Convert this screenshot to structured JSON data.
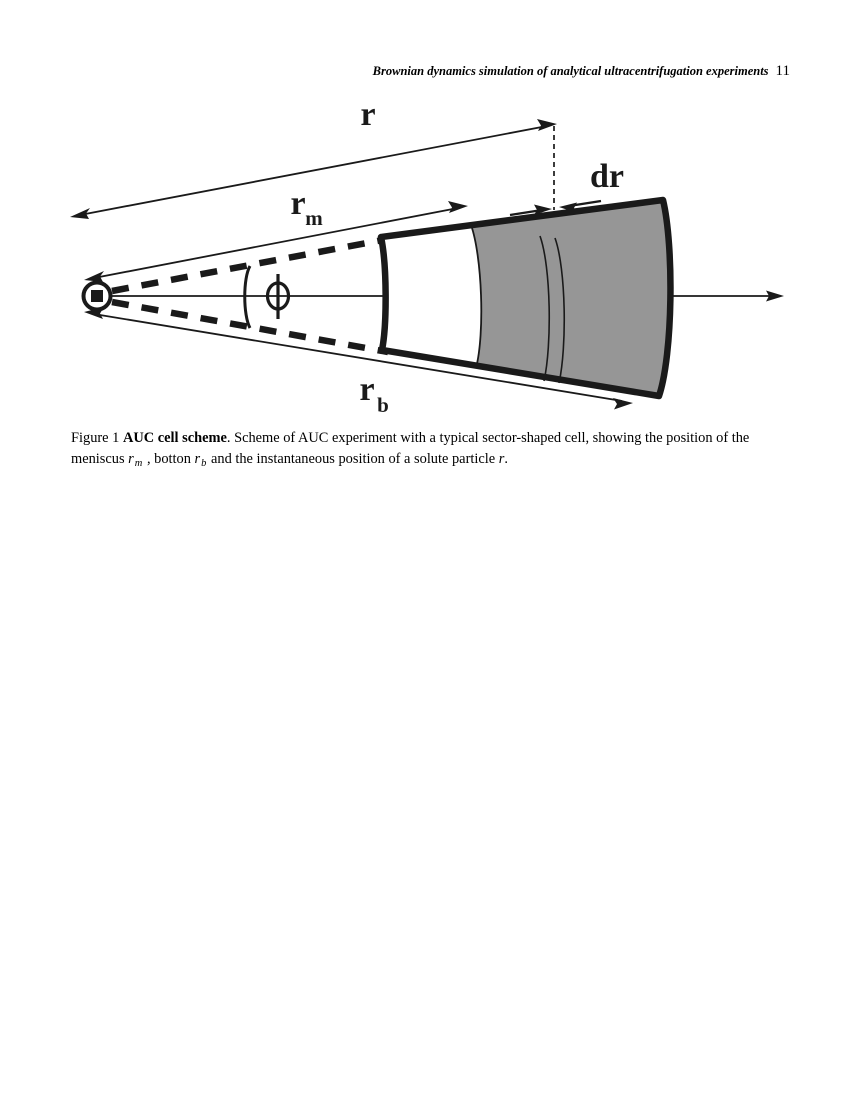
{
  "header": {
    "journal_title": "Brownian dynamics simulation of analytical ultracentrifugation experiments",
    "page_number": "11"
  },
  "figure": {
    "labels": {
      "r": "r",
      "r_m_base": "r",
      "r_m_sub": "m",
      "r_b_base": "r",
      "r_b_sub": "b",
      "dr": "dr",
      "phi": "ϕ"
    },
    "icon_names": {
      "rotation_center": "rotation-center-icon",
      "angle_marker": "sector-angle-icon",
      "sector_cell": "sector-cell-shape",
      "solution_region": "solution-region",
      "air_region": "air-region",
      "dr_slice": "dr-slice-region"
    },
    "colors": {
      "solution_fill": "#969696",
      "air_fill": "#ffffff",
      "outline": "#1a1a1a",
      "thin_line": "#1a1a1a"
    }
  },
  "caption": {
    "prefix": "Figure 1 ",
    "title": "AUC cell scheme",
    "text_part1": ". Scheme of AUC experiment with a typical sector-shaped cell, showing the position of the meniscus ",
    "sym1": "r",
    "sub1": "m",
    "text_part2": " , botton ",
    "sym2": "r",
    "sub2": "b",
    "text_part3": " and the instantaneous position of a solute particle ",
    "sym3": "r",
    "text_part4": "."
  }
}
